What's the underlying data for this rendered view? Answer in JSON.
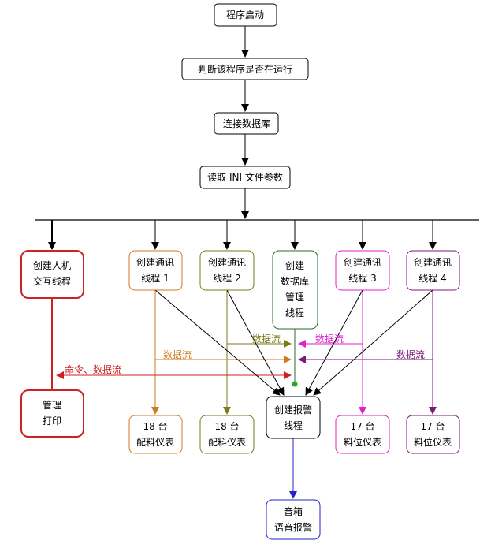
{
  "nodes": {
    "start": [
      "程序启动"
    ],
    "check_running": [
      "判断该程序是否在运行"
    ],
    "connect_db": [
      "连接数据库"
    ],
    "read_ini": [
      "读取 INI 文件参数"
    ],
    "hmi_thread": [
      "创建人机",
      "交互线程"
    ],
    "comm_thread_1": [
      "创建通讯",
      "线程 1"
    ],
    "comm_thread_2": [
      "创建通讯",
      "线程 2"
    ],
    "db_mgmt_thread": [
      "创建",
      "数据库",
      "管理",
      "线程"
    ],
    "comm_thread_3": [
      "创建通讯",
      "线程 3"
    ],
    "comm_thread_4": [
      "创建通讯",
      "线程 4"
    ],
    "manage_print": [
      "管理",
      "打印"
    ],
    "meter_18_a": [
      "18 台",
      "配料仪表"
    ],
    "meter_18_b": [
      "18 台",
      "配料仪表"
    ],
    "alarm_thread": [
      "创建报警",
      "线程"
    ],
    "meter_17_a": [
      "17 台",
      "料位仪表"
    ],
    "meter_17_b": [
      "17 台",
      "料位仪表"
    ],
    "speaker": [
      "音箱",
      "语音报警"
    ]
  },
  "flow_labels": {
    "flow_2": "数据流",
    "flow_3": "数据流",
    "flow_1": "数据流",
    "flow_4": "数据流",
    "cmd_flow": "命令、数据流"
  },
  "colors": {
    "black": "#000000",
    "red": "#cc2222",
    "orange": "#d07a20",
    "olive": "#7a7a18",
    "green": "#2e6a2e",
    "magenta": "#dd22cc",
    "purple": "#7a1a7a",
    "blue": "#2222cc",
    "green_dot": "#22aa22"
  }
}
